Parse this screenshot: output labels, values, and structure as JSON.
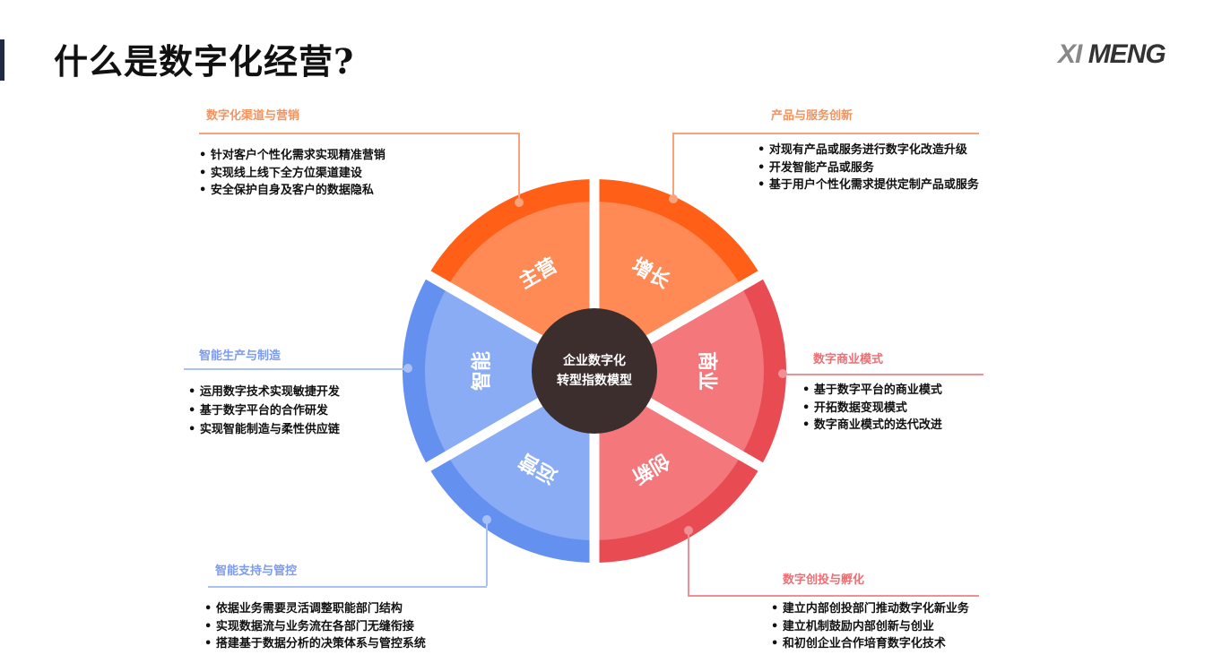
{
  "title": "什么是数字化经营?",
  "logo": {
    "part1": "XI",
    "part2": " MENG"
  },
  "colors": {
    "orange_outer": "#FF5F17",
    "orange_inner": "#FF8A55",
    "red_outer": "#E84C52",
    "red_inner": "#F4777C",
    "blue_outer": "#6490F0",
    "blue_inner": "#8AACF5",
    "center": "#3D2E2E"
  },
  "center": {
    "line1": "企业数字化",
    "line2": "转型指数模型"
  },
  "segments": [
    {
      "label": "增长",
      "tone": "orange"
    },
    {
      "label": "商业",
      "tone": "red"
    },
    {
      "label": "创新",
      "tone": "red"
    },
    {
      "label": "运营",
      "tone": "blue"
    },
    {
      "label": "智能",
      "tone": "blue"
    },
    {
      "label": "主营",
      "tone": "orange"
    }
  ],
  "sections": {
    "channel": {
      "heading": "数字化渠道与营销",
      "items": [
        "针对客户个性化需求实现精准营销",
        "实现线上线下全方位渠道建设",
        "安全保护自身及客户的数据隐私"
      ]
    },
    "product": {
      "heading": "产品与服务创新",
      "items": [
        "对现有产品或服务进行数字化改造升级",
        "开发智能产品或服务",
        "基于用户个性化需求提供定制产品或服务"
      ]
    },
    "business": {
      "heading": "数字商业模式",
      "items": [
        "基于数字平台的商业模式",
        "开拓数据变现模式",
        "数字商业模式的迭代改进"
      ]
    },
    "manufacturing": {
      "heading": "智能生产与制造",
      "items": [
        "运用数字技术实现敏捷开发",
        "基于数字平台的合作研发",
        "实现智能制造与柔性供应链"
      ]
    },
    "support": {
      "heading": "智能支持与管控",
      "items": [
        "依据业务需要灵活调整职能部门结构",
        "实现数据流与业务流在各部门无缝衔接",
        "搭建基于数据分析的决策体系与管控系统"
      ]
    },
    "venture": {
      "heading": "数字创投与孵化",
      "items": [
        "建立内部创投部门推动数字化新业务",
        "建立机制鼓励内部创新与创业",
        "和初创企业合作培育数字化技术"
      ]
    }
  }
}
